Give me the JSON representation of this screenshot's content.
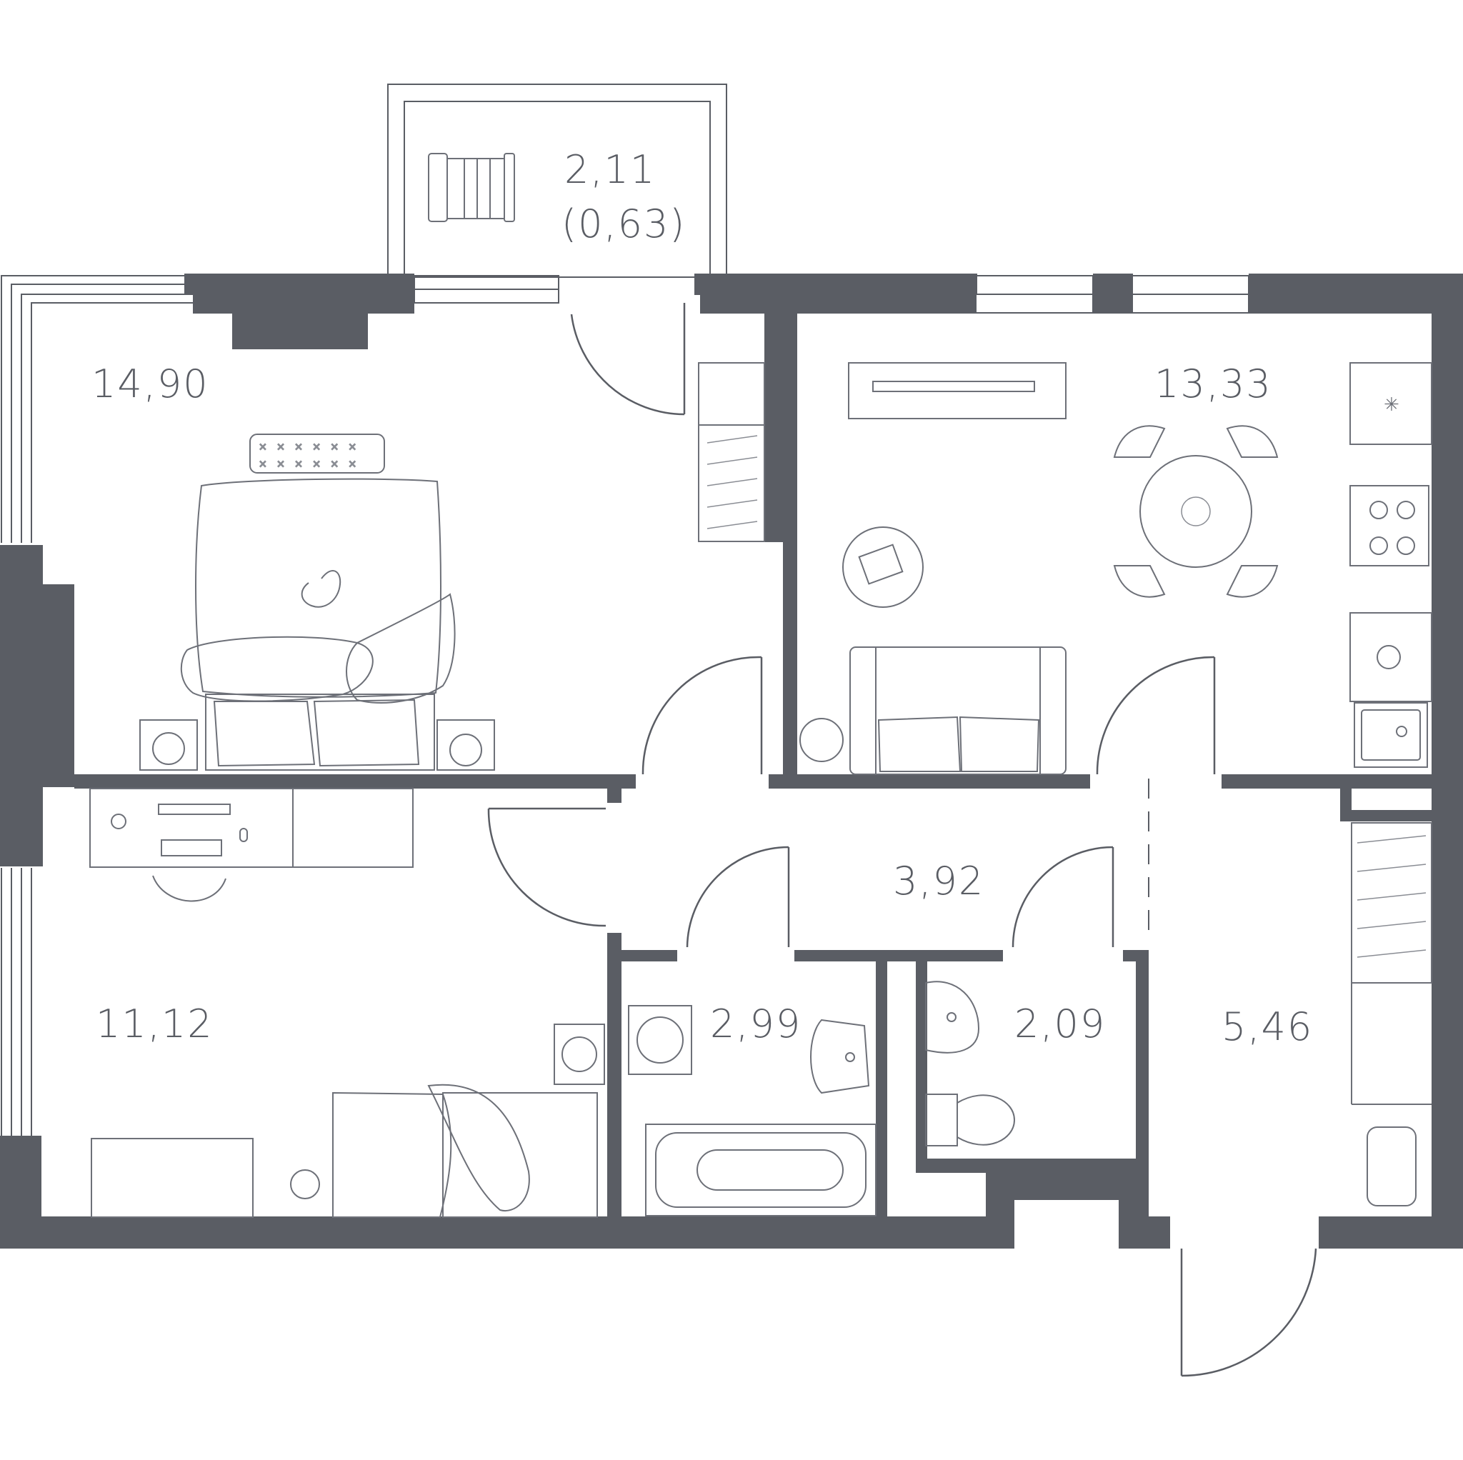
{
  "rooms": {
    "balcony": {
      "area": "2,11",
      "reduced_area": "(0,63)"
    },
    "bedroom": {
      "area": "14,90"
    },
    "living_kitchen": {
      "area": "13,33"
    },
    "hall": {
      "area": "3,92"
    },
    "children_room": {
      "area": "11,12"
    },
    "bathroom": {
      "area": "2,99"
    },
    "toilet": {
      "area": "2,09"
    },
    "entrance": {
      "area": "5,46"
    }
  },
  "colors": {
    "wall": "#5a5d64",
    "line": "#6d7078",
    "background": "#ffffff"
  }
}
